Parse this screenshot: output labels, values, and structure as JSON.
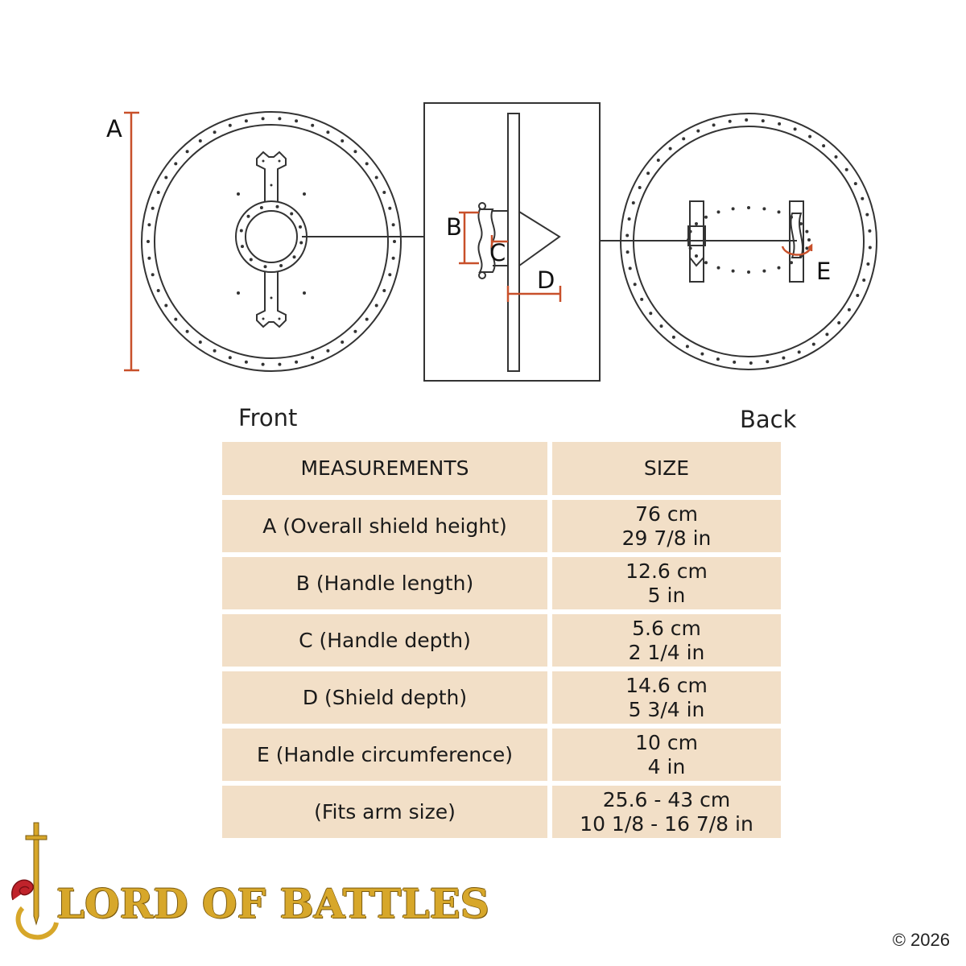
{
  "views": {
    "front": "Front",
    "back": "Back"
  },
  "markers": {
    "a": "A",
    "b": "B",
    "c": "C",
    "d": "D",
    "e": "E"
  },
  "colors": {
    "accent": "#c8502a",
    "row_bg": "#f2dfc7",
    "line": "#333333",
    "logo_gold": "#d7a72a",
    "logo_red": "#c0232b"
  },
  "table": {
    "headers": [
      "MEASUREMENTS",
      "SIZE"
    ],
    "rows": [
      {
        "measurement": "A (Overall shield height)",
        "size_cm": "76 cm",
        "size_in": "29  7/8 in"
      },
      {
        "measurement": "B (Handle length)",
        "size_cm": "12.6 cm",
        "size_in": "5 in"
      },
      {
        "measurement": "C (Handle depth)",
        "size_cm": "5.6 cm",
        "size_in": "2  1/4 in"
      },
      {
        "measurement": "D (Shield depth)",
        "size_cm": "14.6 cm",
        "size_in": "5  3/4 in"
      },
      {
        "measurement": "E (Handle circumference)",
        "size_cm": "10 cm",
        "size_in": "4 in"
      },
      {
        "measurement": "(Fits arm size)",
        "size_cm": "25.6 - 43 cm",
        "size_in": "10 1/8 - 16 7/8 in"
      }
    ]
  },
  "brand": {
    "logo_text": "LORD OF BATTLES",
    "logo_icon": "knight-sword-icon"
  },
  "copyright": "© 2026"
}
